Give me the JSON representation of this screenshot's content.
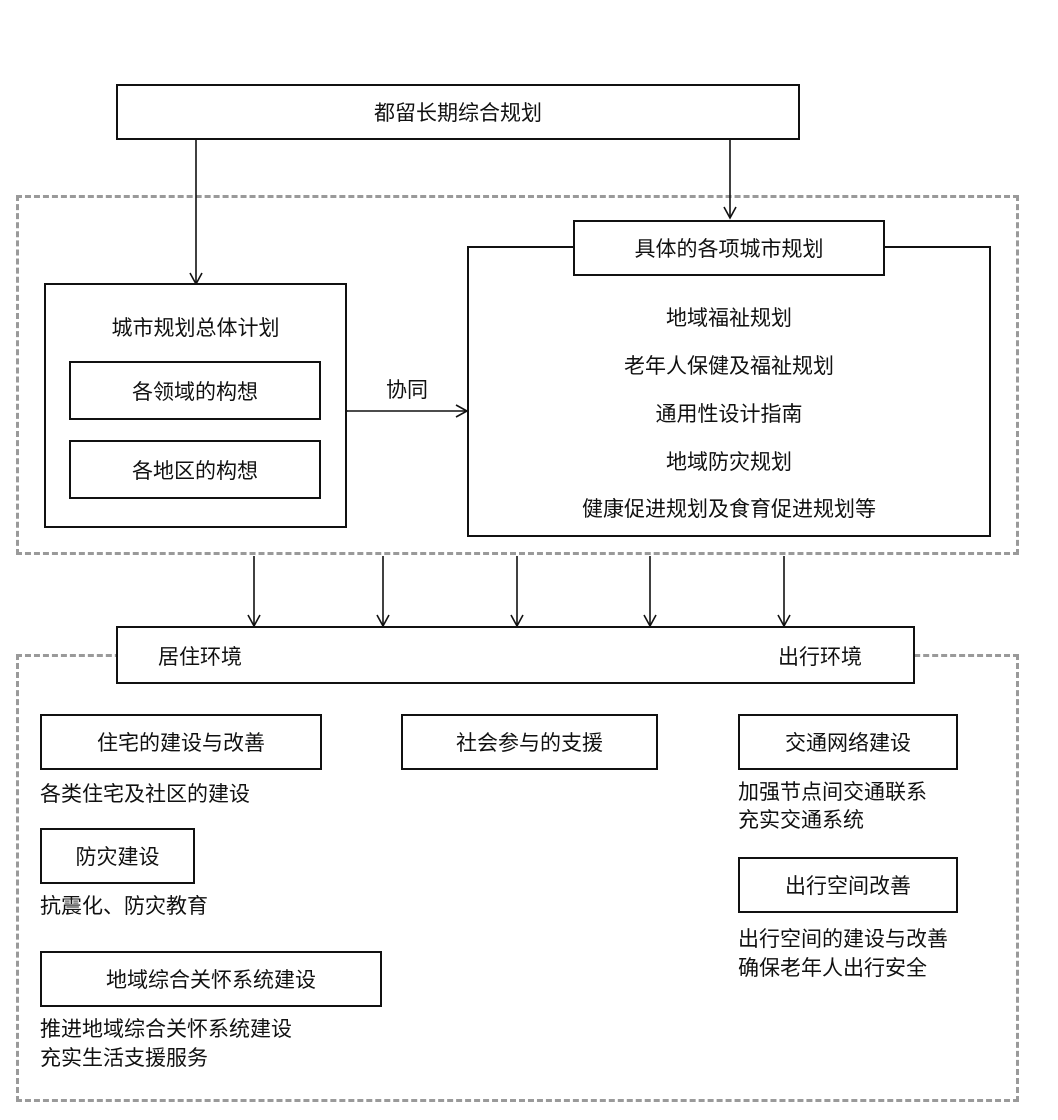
{
  "top": {
    "title": "都留长期综合规划"
  },
  "master_plan": {
    "title": "城市规划总体计划",
    "items": [
      "各领域的构想",
      "各地区的构想"
    ]
  },
  "cooperation_label": "协同",
  "specific_plans": {
    "title": "具体的各项城市规划",
    "items": [
      "地域福祉规划",
      "老年人保健及福祉规划",
      "通用性设计指南",
      "地域防灾规划",
      "健康促进规划及食育促进规划等"
    ]
  },
  "environment": {
    "left": "居住环境",
    "right": "出行环境"
  },
  "living": [
    {
      "title": "住宅的建设与改善",
      "desc": [
        "各类住宅及社区的建设"
      ]
    },
    {
      "title": "防灾建设",
      "desc": [
        "抗震化、防灾教育"
      ]
    },
    {
      "title": "地域综合关怀系统建设",
      "desc": [
        "推进地域综合关怀系统建设",
        "充实生活支援服务"
      ]
    }
  ],
  "social": {
    "title": "社会参与的支援"
  },
  "mobility": [
    {
      "title": "交通网络建设",
      "desc": [
        "加强节点间交通联系",
        "充实交通系统"
      ]
    },
    {
      "title": "出行空间改善",
      "desc": [
        "出行空间的建设与改善",
        "确保老年人出行安全"
      ]
    }
  ]
}
